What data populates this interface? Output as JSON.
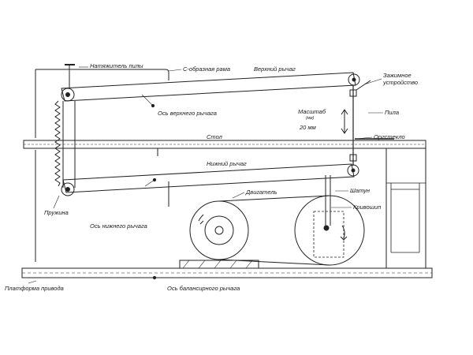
{
  "labels": {
    "saw_tensioner": "Натяжитель пилы",
    "c_frame": "С-образная рама",
    "upper_lever": "Верхний рычаг",
    "clamp_device": "Зажимное\nустройство",
    "upper_lever_axis": "Ось верхнего рычага",
    "saw": "Пила",
    "scale": "Масштаб",
    "scale_unit_small": "(мм)",
    "scale_value": "20 мм",
    "table": "Стол",
    "plexiglass": "Оргстекло",
    "lower_lever": "Нижний рычаг",
    "connecting_rod": "Шатун",
    "motor": "Двигатель",
    "crankshaft": "Кривошип",
    "spring": "Пружина",
    "lower_lever_axis": "Ось нижнего рычага",
    "drive_platform": "Платформа привода",
    "balance_lever_axis": "Ось балансирного рычага"
  }
}
